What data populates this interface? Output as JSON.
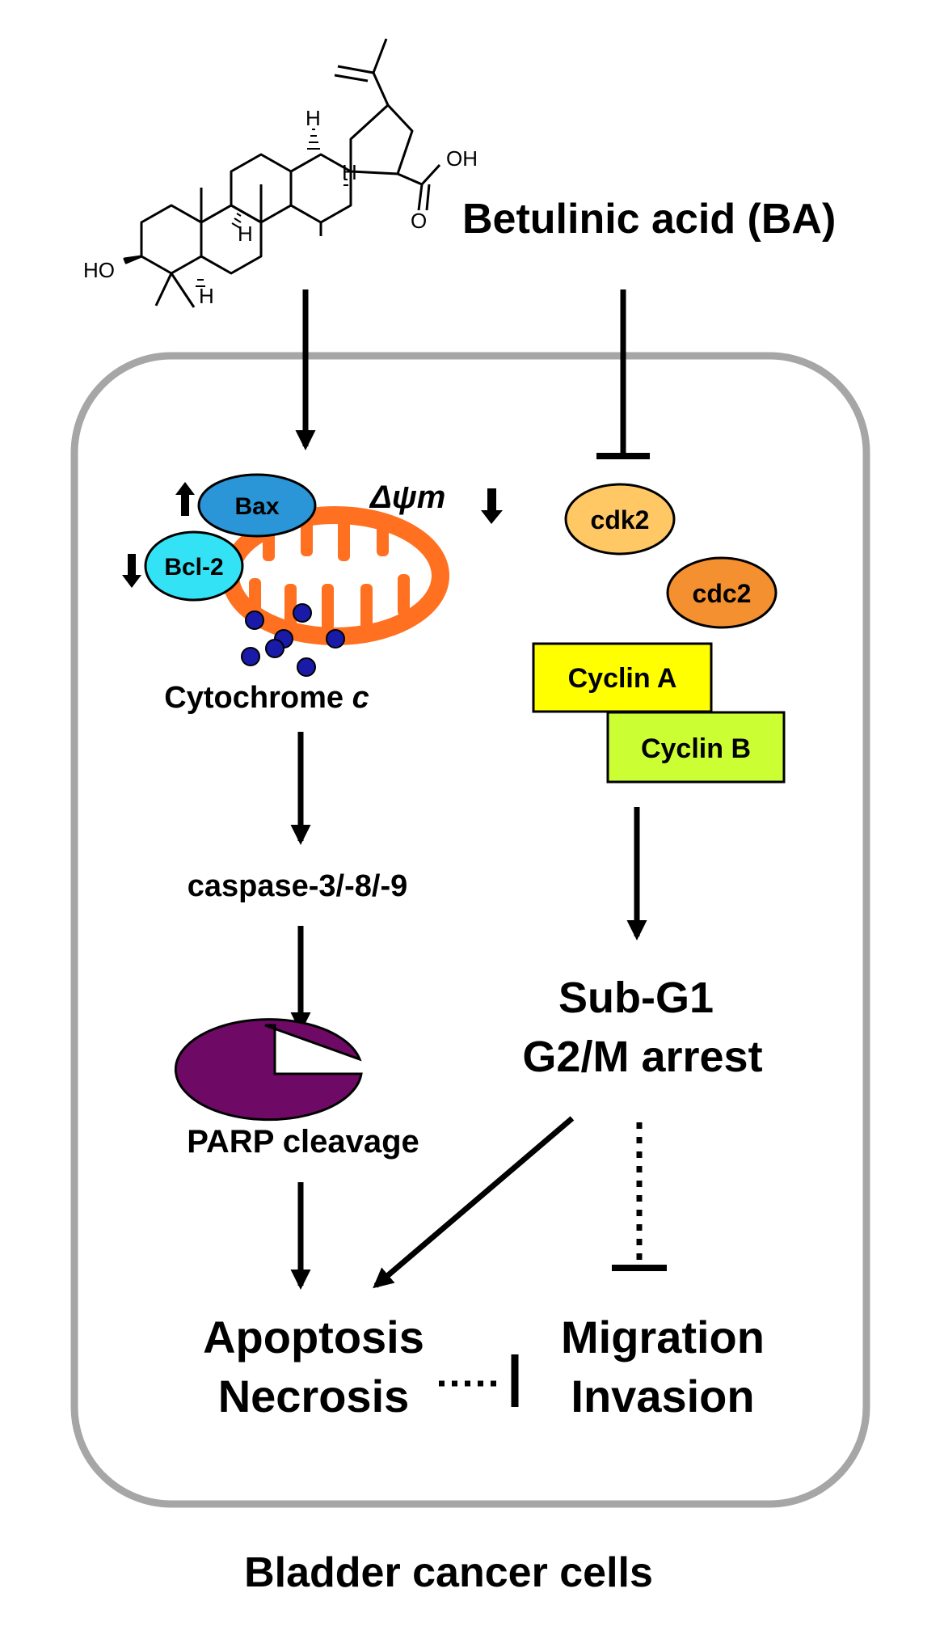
{
  "compound": {
    "name": "Betulinic acid (BA)",
    "atoms": {
      "oh_top": "OH",
      "o": "O",
      "ho": "HO",
      "h1": "H",
      "h2": "H",
      "h3": "H",
      "h4": "H"
    }
  },
  "mitochondria": {
    "bax": "Bax",
    "bcl2": "Bcl-2",
    "delta_psi": "Δψm",
    "cyto_main": "Cytochrome ",
    "cyto_italic": "c"
  },
  "apoptosis_path": {
    "caspase": "caspase-3/-8/-9",
    "parp": "PARP cleavage"
  },
  "cell_cycle": {
    "cdk2": "cdk2",
    "cdc2": "cdc2",
    "cyclin_a": "Cyclin A",
    "cyclin_b": "Cyclin B",
    "arrest_line1": "Sub-G1",
    "arrest_line2": "G2/M arrest"
  },
  "outcomes": {
    "apoptosis": "Apoptosis",
    "necrosis": "Necrosis",
    "migration": "Migration",
    "invasion": "Invasion"
  },
  "cell_label": "Bladder cancer cells",
  "colors": {
    "membrane": "#a6a6a6",
    "bax": "#2a96d8",
    "bcl2": "#33e3f5",
    "mitochondria": "#ff7020",
    "cytochrome": "#1a1aa8",
    "cdk2": "#ffc865",
    "cdc2": "#f59030",
    "cyclin_a": "#ffff00",
    "cyclin_b": "#ccff33",
    "parp": "#6e0a66"
  }
}
